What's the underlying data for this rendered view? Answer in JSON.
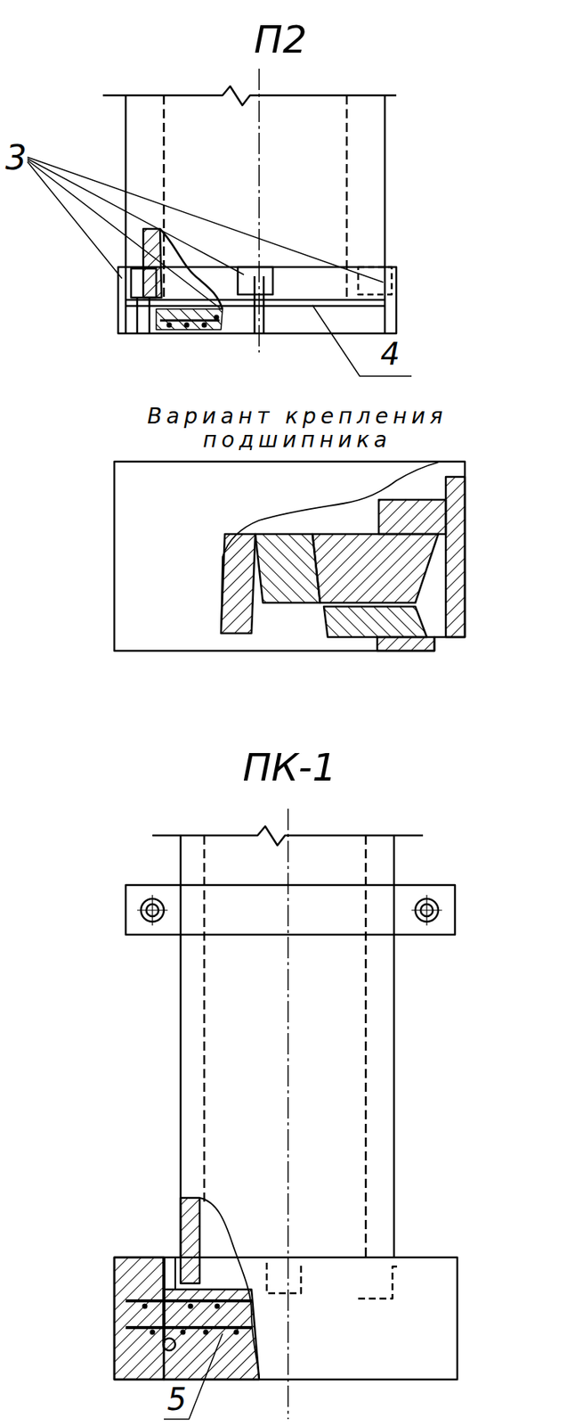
{
  "diagram": {
    "labels": [
      "П2",
      "3",
      "4",
      "Вариант крепления подшипника",
      "ПК-1",
      "5"
    ]
  }
}
